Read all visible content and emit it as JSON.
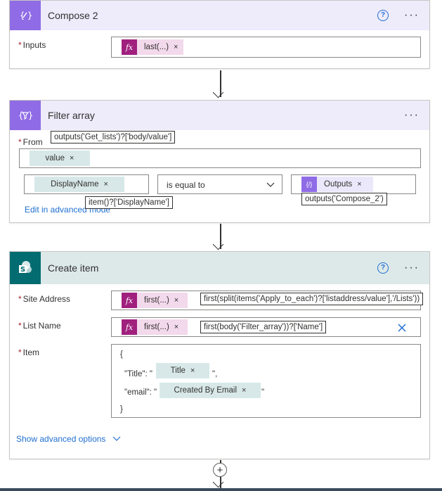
{
  "compose": {
    "title": "Compose 2",
    "inputs_label": "Inputs",
    "token_label": "last(...)",
    "fx": "fx"
  },
  "filter": {
    "title": "Filter array",
    "from_label": "From",
    "from_tooltip": "outputs('Get_lists')?['body/value']",
    "from_token": "value",
    "left_token": "DisplayName",
    "left_tooltip": "item()?['DisplayName']",
    "operator": "is equal to",
    "right_token": "Outputs",
    "right_tooltip": "outputs('Compose_2')",
    "edit_link": "Edit in advanced mode"
  },
  "create": {
    "title": "Create item",
    "site_label": "Site Address",
    "site_token": "first(...)",
    "site_tooltip": "first(split(items('Apply_to_each')?['listaddress/value'],'/Lists'))",
    "list_label": "List Name",
    "list_token": "first(...)",
    "list_tooltip": "first(body('Filter_array'))?['Name']",
    "item_label": "Item",
    "item_open": "{",
    "title_key": "\"Title\": \"",
    "title_token": "Title",
    "title_end": "\",",
    "email_key": "\"email\": \"",
    "email_token": "Created By Email",
    "email_end": "\"",
    "item_close": "}",
    "advanced_link": "Show advanced options"
  },
  "icons": {
    "help": "?",
    "more": "···",
    "close": "×",
    "add": "+"
  },
  "colors": {
    "accent_purple": "#8f6ce6",
    "accent_teal": "#036c70",
    "fx_magenta": "#a0207e",
    "link_blue": "#1f6fd0"
  }
}
